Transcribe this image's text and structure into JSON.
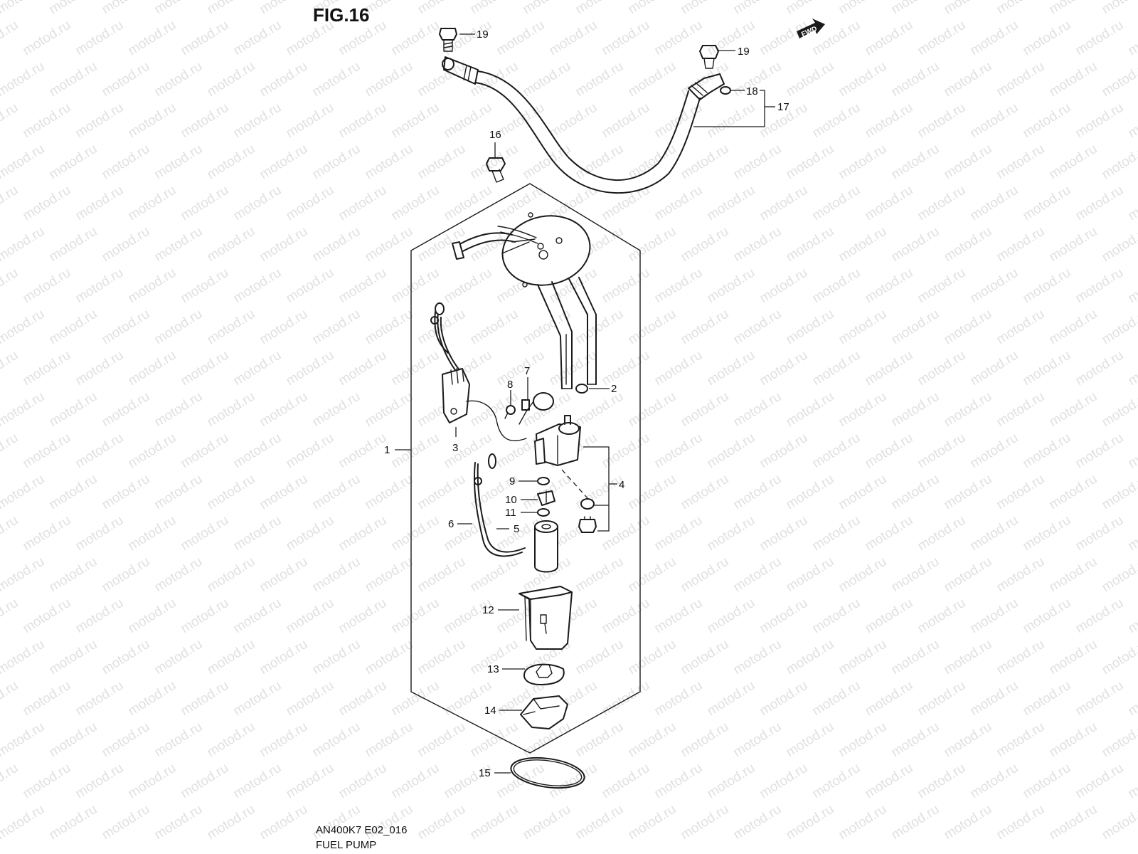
{
  "figure": {
    "title": "FIG.16",
    "code": "AN400K7 E02_016",
    "name": "FUEL PUMP"
  },
  "watermark": "motod.ru",
  "fwd_label": "FWD",
  "callouts": {
    "c1": "1",
    "c2": "2",
    "c3": "3",
    "c4": "4",
    "c5": "5",
    "c6": "6",
    "c7": "7",
    "c8": "8",
    "c9": "9",
    "c10": "10",
    "c11": "11",
    "c12": "12",
    "c13": "13",
    "c14": "14",
    "c15": "15",
    "c16": "16",
    "c17": "17",
    "c18": "18",
    "c19a": "19",
    "c19b": "19"
  }
}
